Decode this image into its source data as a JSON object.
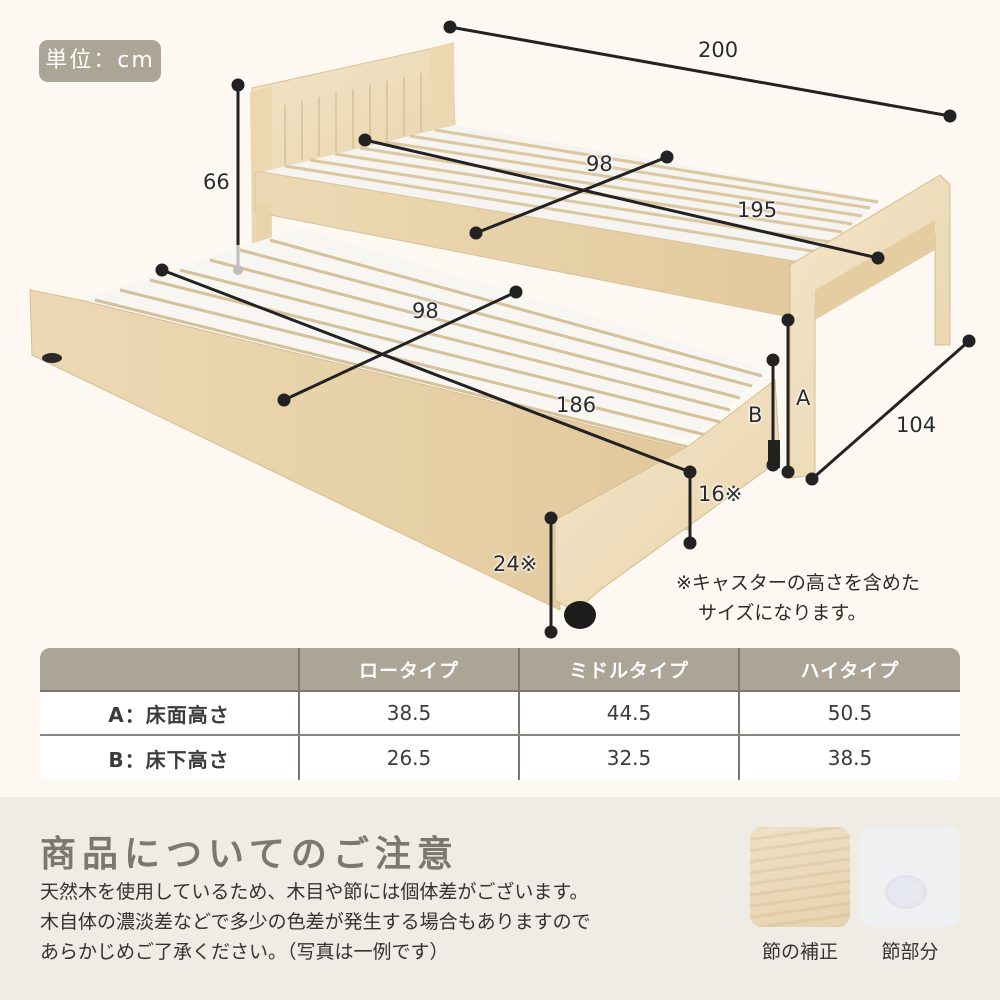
{
  "unit_badge": "単位：cm",
  "dimensions": {
    "overall_length": "200",
    "headboard_height": "66",
    "upper_inner_width": "98",
    "upper_inner_length": "195",
    "overall_width": "104",
    "trundle_inner_width": "98",
    "trundle_inner_length": "186",
    "trundle_side_height": "16※",
    "trundle_front_height": "24※",
    "label_A": "A",
    "label_B": "B"
  },
  "caster_note": {
    "line1": "※キャスターの高さを含めた",
    "line2": "サイズになります。"
  },
  "spec_table": {
    "headers": [
      "",
      "ロータイプ",
      "ミドルタイプ",
      "ハイタイプ"
    ],
    "rows": [
      {
        "label": "A：床面高さ",
        "values": [
          "38.5",
          "44.5",
          "50.5"
        ]
      },
      {
        "label": "B：床下高さ",
        "values": [
          "26.5",
          "32.5",
          "38.5"
        ]
      }
    ]
  },
  "notice": {
    "title": "商品についてのご注意",
    "lines": [
      "天然木を使用しているため、木目や節には個体差がございます。",
      "木自体の濃淡差などで多少の色差が発生する場合もありますので",
      "あらかじめご了承ください。（写真は一例です）"
    ],
    "swatches": [
      {
        "label": "節の補正"
      },
      {
        "label": "節部分"
      }
    ]
  },
  "colors": {
    "background": "#fdf9f2",
    "badge": "#aba497",
    "wood": "#f0dfbd",
    "slat": "#f7f6f3",
    "notice_bg": "#efebe5",
    "notice_title": "#7c776f",
    "dim_line": "#222222"
  }
}
